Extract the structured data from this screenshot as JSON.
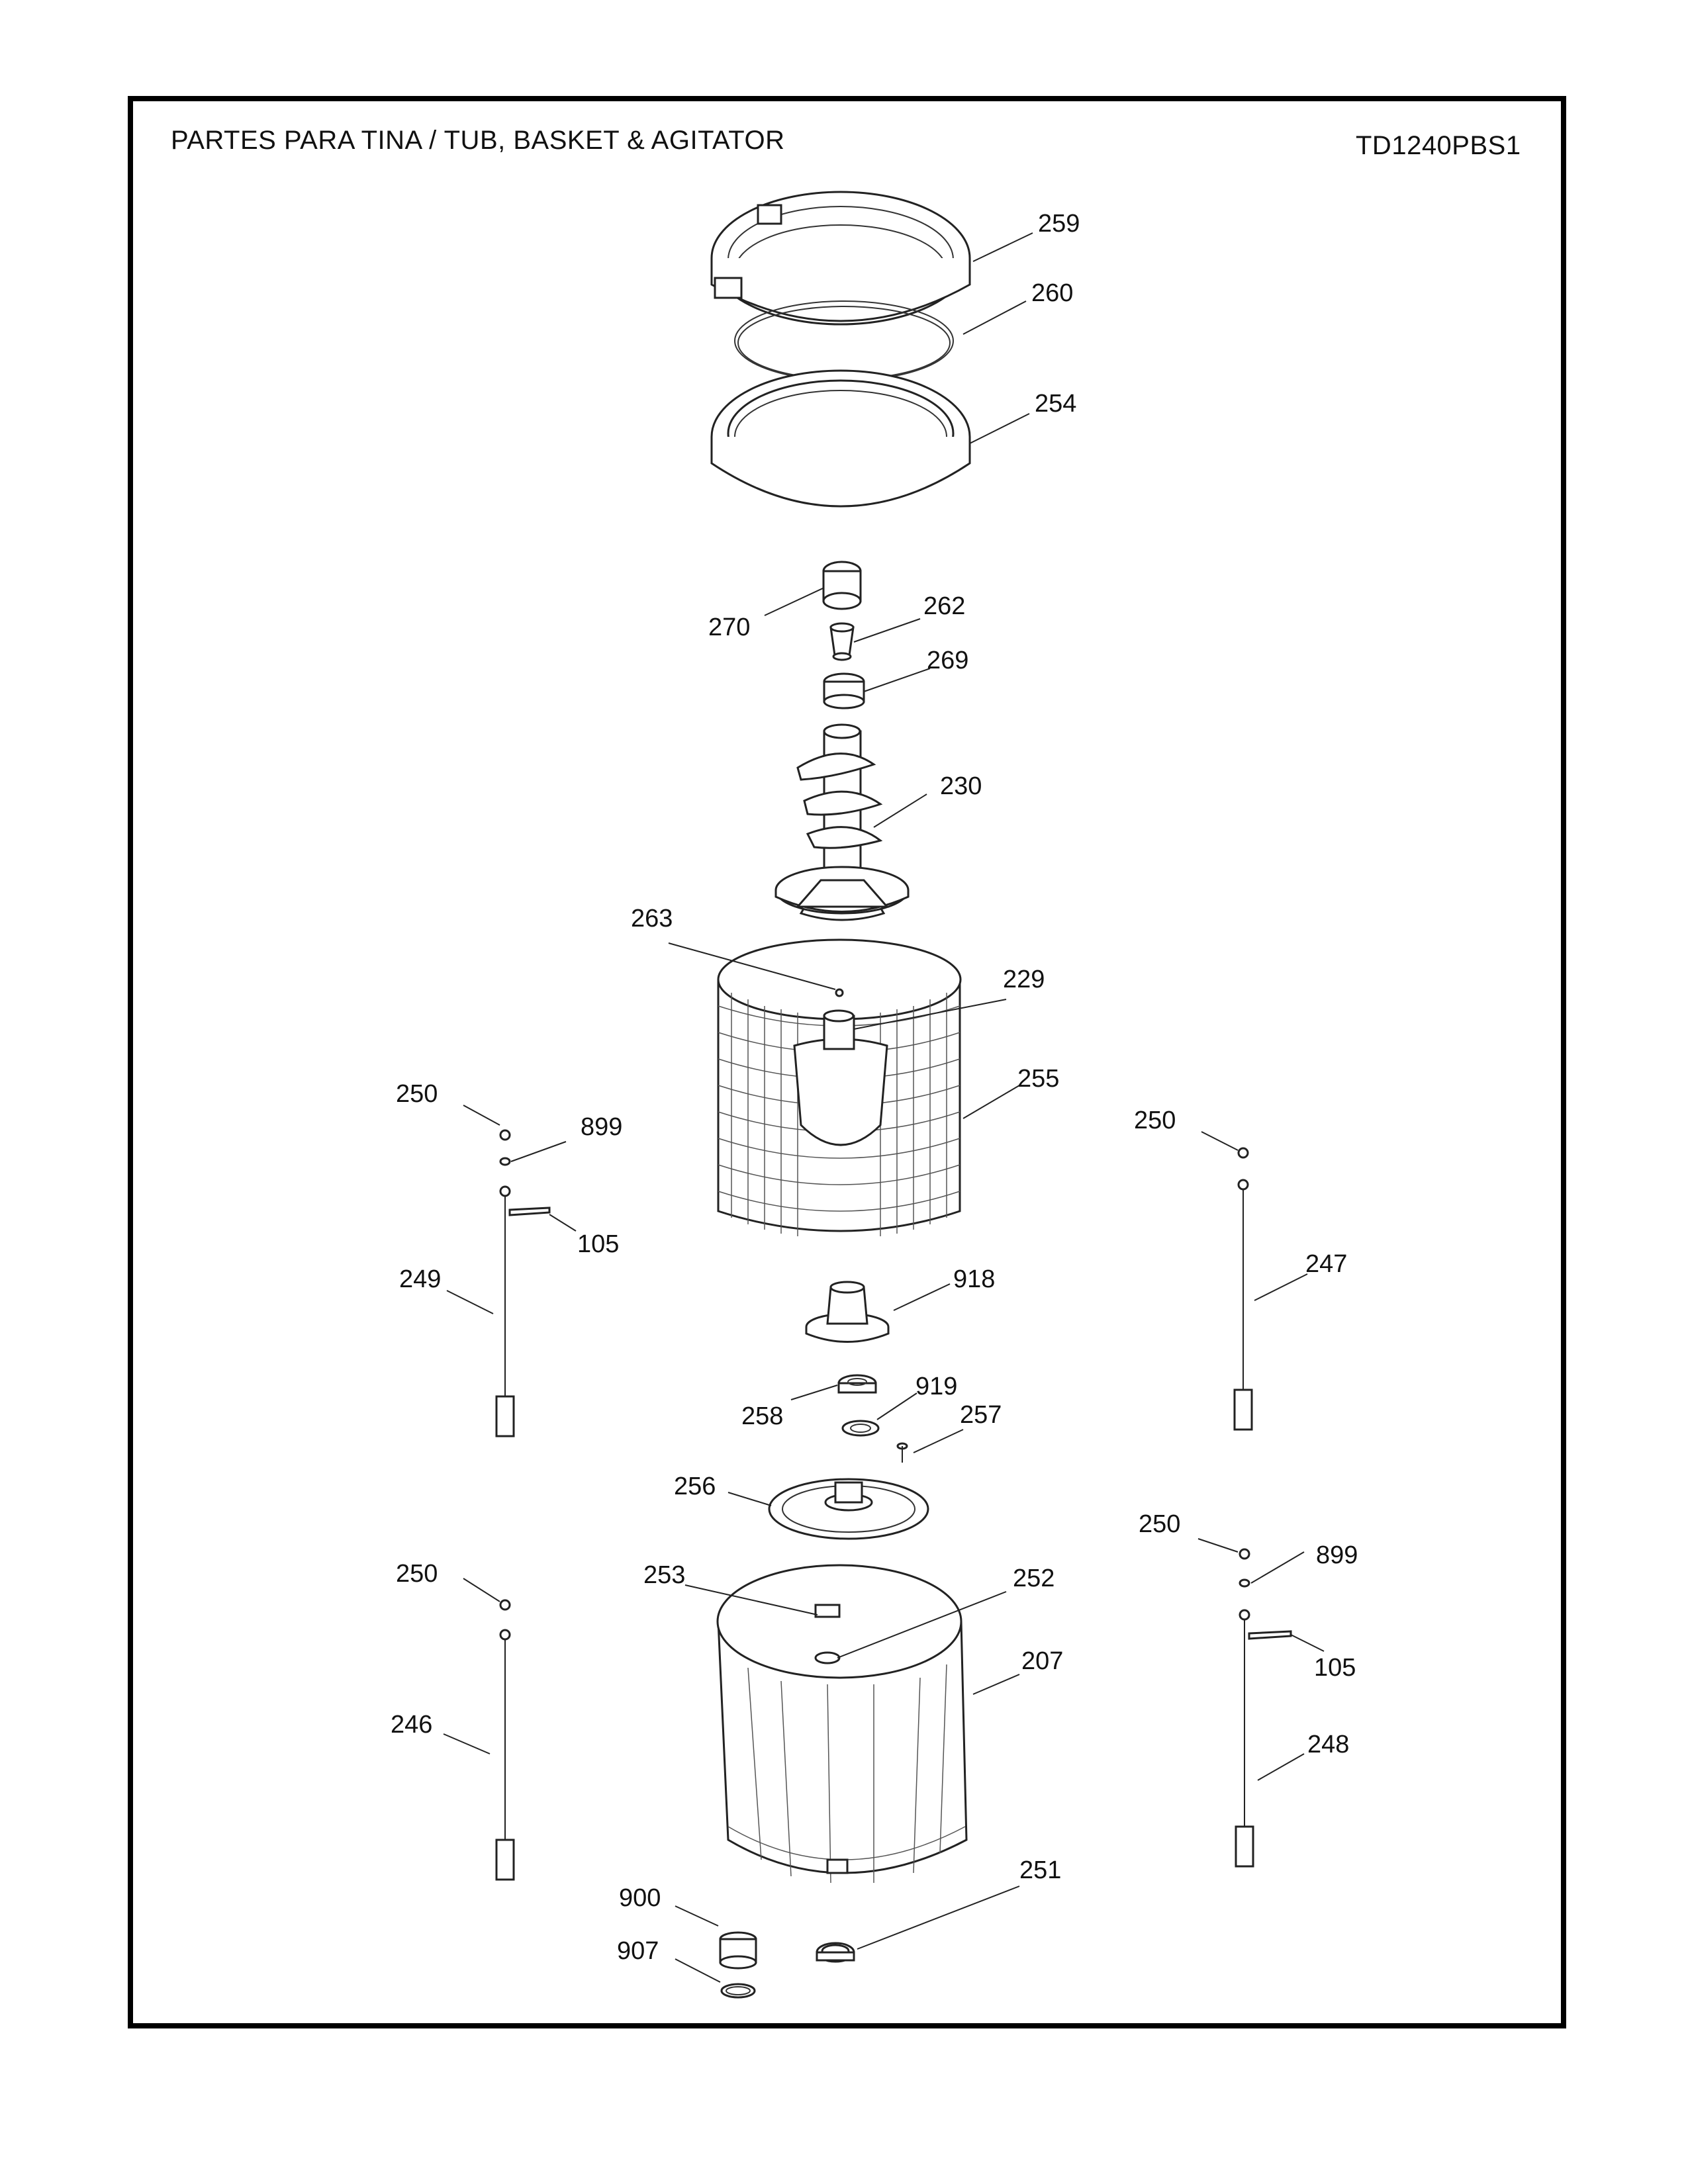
{
  "page": {
    "title": "PARTES PARA TINA  /  TUB, BASKET & AGITATOR",
    "model": "TD1240PBS1"
  },
  "callouts": [
    {
      "id": "c259",
      "label": "259"
    },
    {
      "id": "c260",
      "label": "260"
    },
    {
      "id": "c254",
      "label": "254"
    },
    {
      "id": "c270",
      "label": "270"
    },
    {
      "id": "c262",
      "label": "262"
    },
    {
      "id": "c269",
      "label": "269"
    },
    {
      "id": "c230",
      "label": "230"
    },
    {
      "id": "c263",
      "label": "263"
    },
    {
      "id": "c229",
      "label": "229"
    },
    {
      "id": "c255",
      "label": "255"
    },
    {
      "id": "c250a",
      "label": "250"
    },
    {
      "id": "c899a",
      "label": "899"
    },
    {
      "id": "c105a",
      "label": "105"
    },
    {
      "id": "c249",
      "label": "249"
    },
    {
      "id": "c250b",
      "label": "250"
    },
    {
      "id": "c247",
      "label": "247"
    },
    {
      "id": "c918",
      "label": "918"
    },
    {
      "id": "c919",
      "label": "919"
    },
    {
      "id": "c258",
      "label": "258"
    },
    {
      "id": "c257",
      "label": "257"
    },
    {
      "id": "c256",
      "label": "256"
    },
    {
      "id": "c250c",
      "label": "250"
    },
    {
      "id": "c899b",
      "label": "899"
    },
    {
      "id": "c250d",
      "label": "250"
    },
    {
      "id": "c253",
      "label": "253"
    },
    {
      "id": "c252",
      "label": "252"
    },
    {
      "id": "c207",
      "label": "207"
    },
    {
      "id": "c105b",
      "label": "105"
    },
    {
      "id": "c246",
      "label": "246"
    },
    {
      "id": "c248",
      "label": "248"
    },
    {
      "id": "c900",
      "label": "900"
    },
    {
      "id": "c251",
      "label": "251"
    },
    {
      "id": "c907",
      "label": "907"
    }
  ]
}
